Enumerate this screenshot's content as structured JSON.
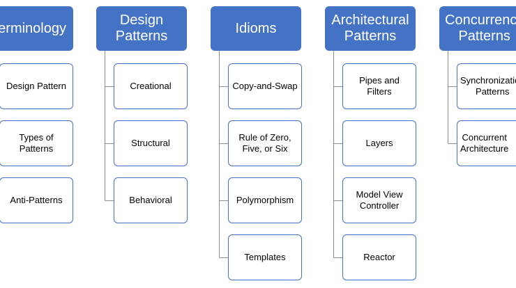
{
  "categories": [
    {
      "title": "Terminology",
      "items": [
        "Design Pattern",
        "Types of\nPatterns",
        "Anti-Patterns"
      ]
    },
    {
      "title": "Design\nPatterns",
      "items": [
        "Creational",
        "Structural",
        "Behavioral"
      ]
    },
    {
      "title": "Idioms",
      "items": [
        "Copy-and-Swap",
        "Rule of Zero,\nFive, or Six",
        "Polymorphism",
        "Templates"
      ]
    },
    {
      "title": "Architectural\nPatterns",
      "items": [
        "Pipes and\nFilters",
        "Layers",
        "Model View\nController",
        "Reactor"
      ]
    },
    {
      "title": "Concurrency\nPatterns",
      "items": [
        "Synchronization\nPatterns",
        "Concurrent\nArchitecture"
      ]
    }
  ]
}
